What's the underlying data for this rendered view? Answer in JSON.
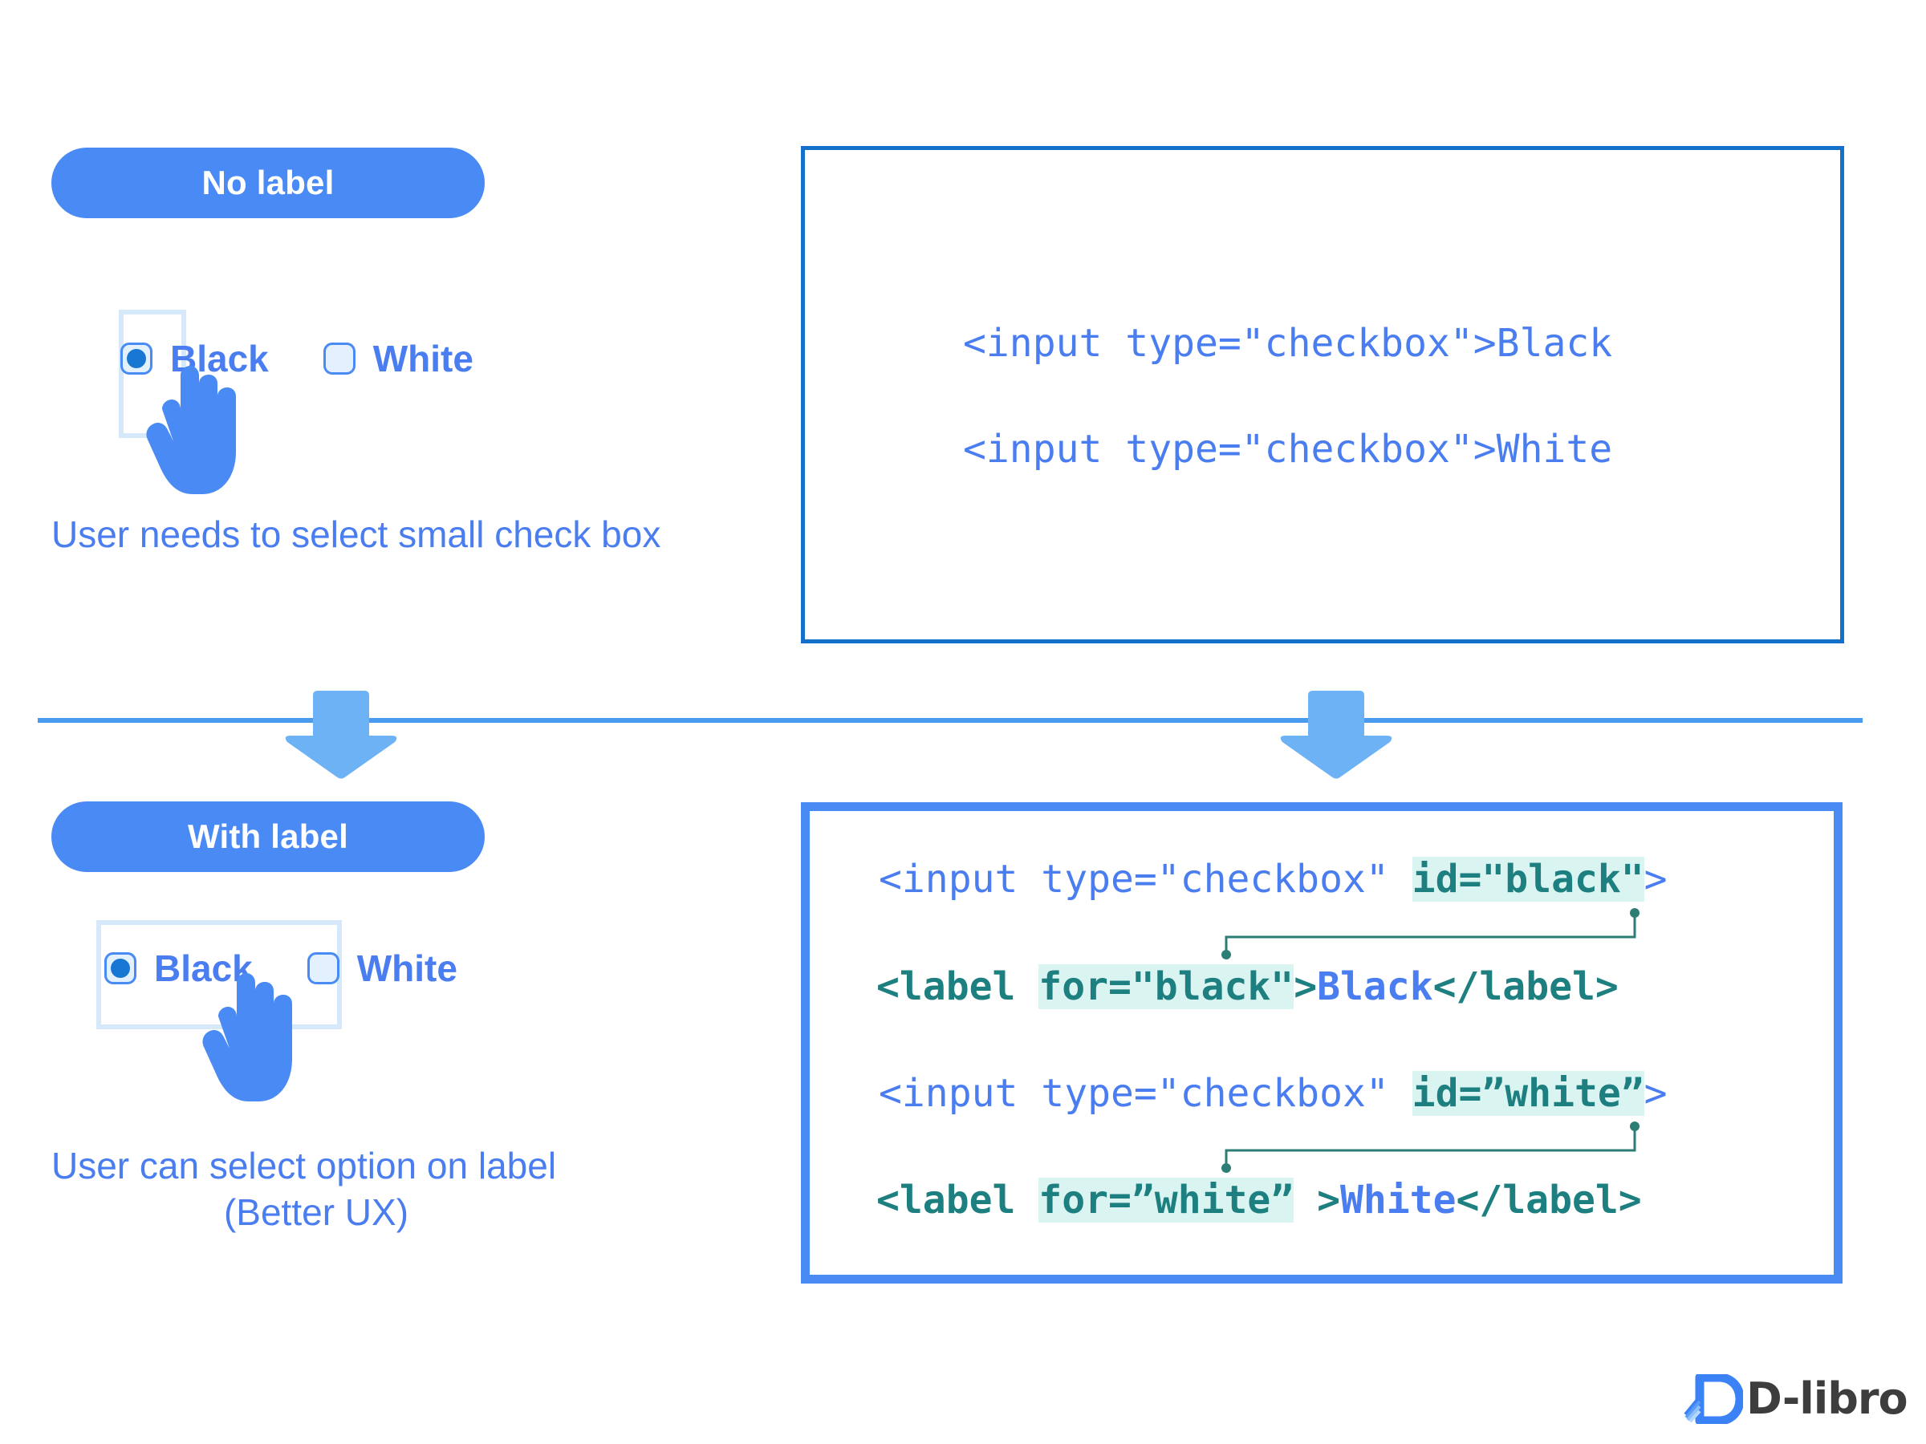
{
  "colors": {
    "brand_blue": "#4a8af4",
    "text_blue": "#4a7df0",
    "code_teal": "#1d7f7f",
    "highlight_teal_bg": "#d9f4f1",
    "hitbox_blue": "#d6e9fb",
    "divider_blue": "#4a9aee",
    "box_border_dark": "#1570cb",
    "arrow_blue": "#6db2f5"
  },
  "sections": {
    "top": {
      "badge_label": "No label",
      "checkbox_options": [
        {
          "label": "Black",
          "checked": true
        },
        {
          "label": "White",
          "checked": false
        }
      ],
      "caption": "User needs to select small check box",
      "code_lines": [
        "<input type=\"checkbox\">Black",
        "<input type=\"checkbox\">White"
      ]
    },
    "bottom": {
      "badge_label": "With label",
      "checkbox_options": [
        {
          "label": "Black",
          "checked": true
        },
        {
          "label": "White",
          "checked": false
        }
      ],
      "caption_line1": "User can select option on label",
      "caption_line2": "(Better UX)",
      "code": {
        "line1": {
          "prefix": "<input type=\"checkbox\" ",
          "highlight": "id=\"black\"",
          "suffix": ">"
        },
        "line2": {
          "prefix": "<label ",
          "highlight": "for=\"black\"",
          "mid": ">",
          "text": "Black",
          "suffix": "</label>"
        },
        "line3": {
          "prefix": "<input type=\"checkbox\" ",
          "highlight": "id=”white”",
          "suffix": ">"
        },
        "line4": {
          "prefix": "<label ",
          "highlight": "for=”white”",
          "mid": " >",
          "text": "White",
          "suffix": "</label>"
        }
      }
    }
  },
  "logo": {
    "text": "D-libro",
    "mark": "d-libro-book-icon"
  }
}
